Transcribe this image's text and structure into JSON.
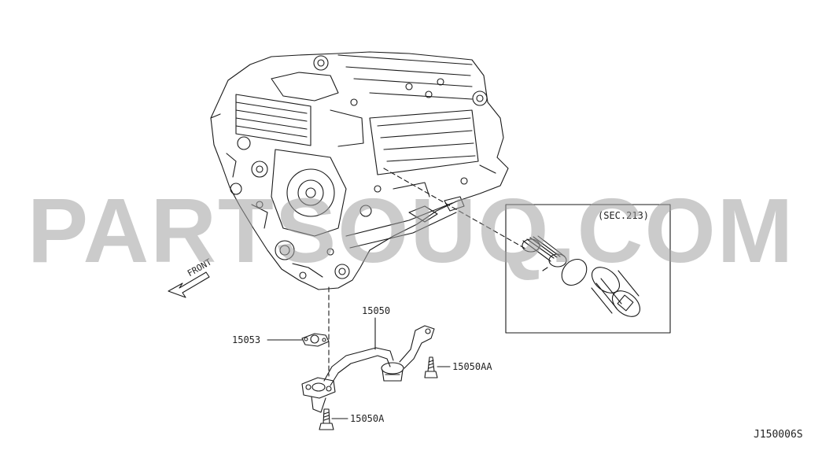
{
  "diagram": {
    "parts": [
      {
        "id": "15050",
        "label": "15050"
      },
      {
        "id": "15053",
        "label": "15053"
      },
      {
        "id": "15050AA",
        "label": "15050AA"
      },
      {
        "id": "15050A",
        "label": "15050A"
      }
    ],
    "inset_label": "(SEC.213)",
    "front_label": "FRONT",
    "drawing_number": "J150006S",
    "watermark": "PARTSOUQ.COM"
  },
  "colors": {
    "line": "#1a1a1a",
    "watermark": "#a0a0a0",
    "background": "#ffffff"
  }
}
